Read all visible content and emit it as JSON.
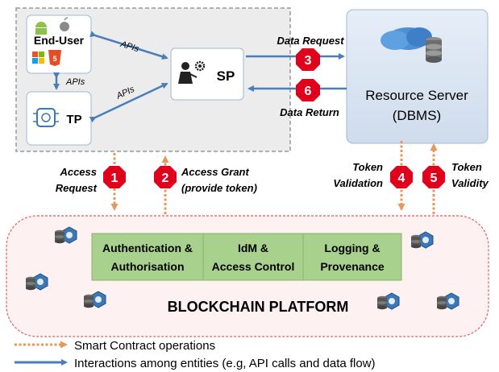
{
  "entities": {
    "end_user": "End-User",
    "tp": "TP",
    "sp": "SP",
    "resource_server": {
      "line1": "Resource Server",
      "line2": "(DBMS)"
    }
  },
  "api_labels": {
    "enduser_sp": "APIs",
    "enduser_tp": "APIs",
    "tp_sp": "APIs"
  },
  "flows": {
    "data_request": "Data Request",
    "data_return": "Data Return",
    "access_request": {
      "line1": "Access",
      "line2": "Request"
    },
    "access_grant": {
      "line1": "Access Grant",
      "line2": "(provide token)"
    },
    "token_validation": {
      "line1": "Token",
      "line2": "Validation"
    },
    "token_validity": {
      "line1": "Token",
      "line2": "Validity"
    }
  },
  "steps": [
    "1",
    "2",
    "3",
    "4",
    "5",
    "6"
  ],
  "blockchain": {
    "modules": [
      {
        "line1": "Authentication &",
        "line2": "Authorisation"
      },
      {
        "line1": "IdM &",
        "line2": "Access Control"
      },
      {
        "line1": "Logging &",
        "line2": "Provenance"
      }
    ],
    "label": "BLOCKCHAIN PLATFORM"
  },
  "legend": {
    "smart_contract": "Smart Contract operations",
    "interactions": "Interactions among entities (e.g, API calls and data flow)"
  },
  "colors": {
    "api_arrow": "#4a7ebb",
    "contract_arrow": "#e8975a",
    "step_badge": "#e0001b",
    "module_fill": "#a9d18e",
    "platform_border": "#e06060",
    "platform_fill": "#fdf1f1",
    "server_fill": "#dce6f2"
  }
}
